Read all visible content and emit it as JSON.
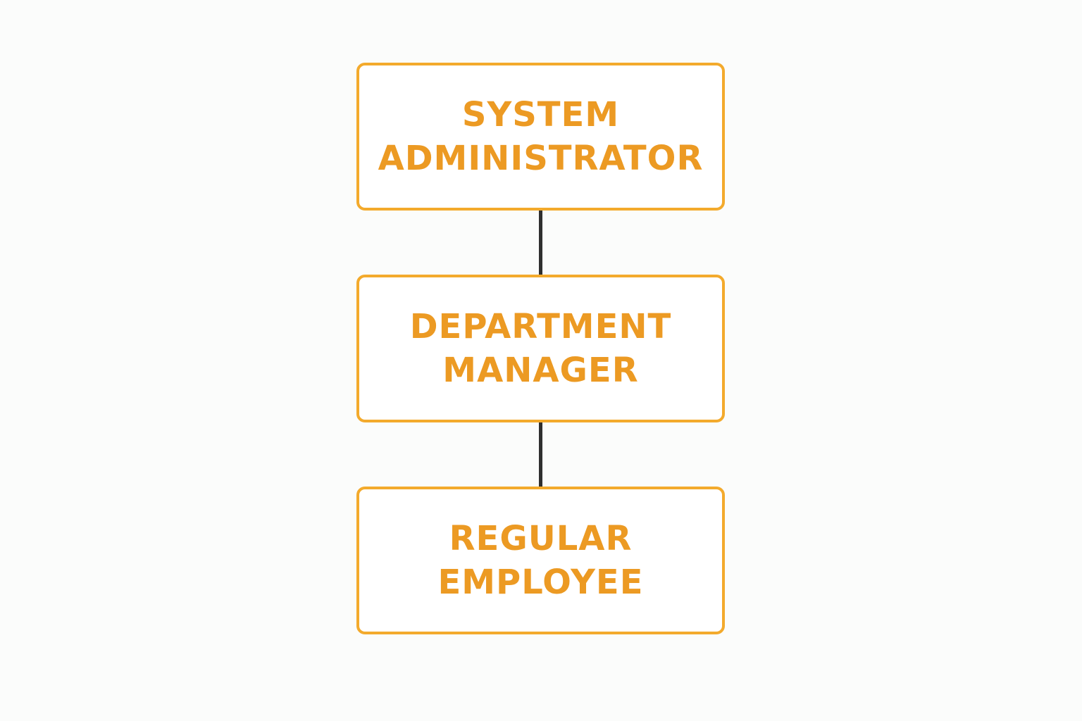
{
  "diagram": {
    "nodes": [
      {
        "lines": [
          "SYSTEM",
          "ADMINISTRATOR"
        ]
      },
      {
        "lines": [
          "DEPARTMENT",
          "MANAGER"
        ]
      },
      {
        "lines": [
          "REGULAR",
          "EMPLOYEE"
        ]
      }
    ],
    "edges": [
      {
        "from": 0,
        "to": 1
      },
      {
        "from": 1,
        "to": 2
      }
    ],
    "colors": {
      "node_border": "#f3aa2c",
      "node_text": "#ec9a23",
      "connector": "#2f2f2f",
      "background": "#fbfcfb"
    }
  }
}
